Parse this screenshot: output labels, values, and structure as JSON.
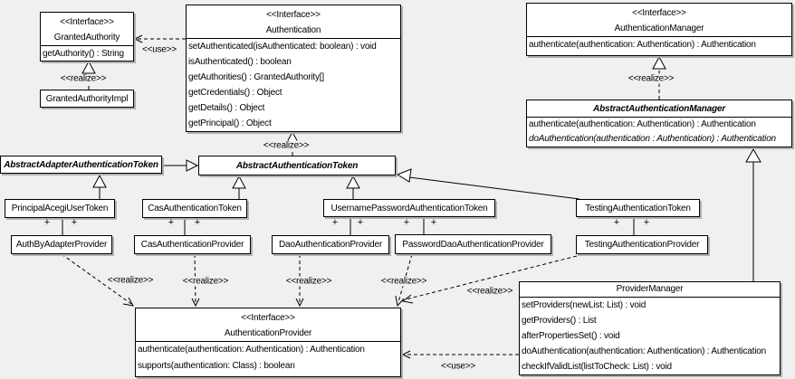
{
  "diagram": {
    "type": "uml-class-diagram",
    "background_color": "#f0f0f0",
    "box_fill_color": "#ffffff",
    "box_border_color": "#000000",
    "shadow_color": "#b0b0b0"
  },
  "labels": {
    "use": "<<use>>",
    "realize": "<<realize>>",
    "plus": "+"
  },
  "classes": {
    "granted_authority": {
      "stereotype": "<<Interface>>",
      "name": "GrantedAuthority",
      "methods": [
        "getAuthority() : String"
      ]
    },
    "granted_authority_impl": {
      "name": "GrantedAuthorityImpl"
    },
    "authentication": {
      "stereotype": "<<Interface>>",
      "name": "Authentication",
      "methods": [
        "setAuthenticated(isAuthenticated: boolean) : void",
        "isAuthenticated() : boolean",
        "getAuthorities() : GrantedAuthority[]",
        "getCredentials() : Object",
        "getDetails() : Object",
        "getPrincipal() : Object"
      ]
    },
    "authentication_manager": {
      "stereotype": "<<Interface>>",
      "name": "AuthenticationManager",
      "methods": [
        "authenticate(authentication: Authentication) : Authentication"
      ]
    },
    "abstract_authentication_manager": {
      "name": "AbstractAuthenticationManager",
      "methods": [
        "authenticate(authentication: Authentication) : Authentication",
        "doAuthentication(authentication : Authentication) : Authentication"
      ]
    },
    "abstract_adapter_authentication_token": {
      "name": "AbstractAdapterAuthenticationToken"
    },
    "abstract_authentication_token": {
      "name": "AbstractAuthenticationToken"
    },
    "principal_acegi_user_token": {
      "name": "PrincipalAcegiUserToken"
    },
    "cas_authentication_token": {
      "name": "CasAuthenticationToken"
    },
    "username_password_authentication_token": {
      "name": "UsernamePasswordAuthenticationToken"
    },
    "testing_authentication_token": {
      "name": "TestingAuthenticationToken"
    },
    "auth_by_adapter_provider": {
      "name": "AuthByAdapterProvider"
    },
    "cas_authentication_provider": {
      "name": "CasAuthenticationProvider"
    },
    "dao_authentication_provider": {
      "name": "DaoAuthenticationProvider"
    },
    "password_dao_authentication_provider": {
      "name": "PasswordDaoAuthenticationProvider"
    },
    "testing_authentication_provider": {
      "name": "TestingAuthenticationProvider"
    },
    "authentication_provider": {
      "stereotype": "<<Interface>>",
      "name": "AuthenticationProvider",
      "methods": [
        "authenticate(authentication: Authentication) : Authentication",
        "supports(authentication: Class) : boolean"
      ]
    },
    "provider_manager": {
      "name": "ProviderManager",
      "methods": [
        "setProviders(newList: List) : void",
        "getProviders() : List",
        "afterPropertiesSet() : void",
        "doAuthentication(authentication: Authentication) : Authentication",
        "checkIfValidList(listToCheck: List) : void"
      ]
    }
  }
}
